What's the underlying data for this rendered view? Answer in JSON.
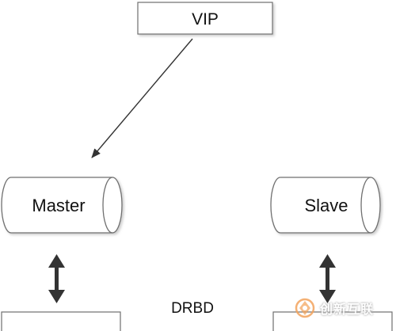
{
  "vip": {
    "label": "VIP"
  },
  "master": {
    "label": "Master"
  },
  "slave": {
    "label": "Slave"
  },
  "drbd": {
    "label": "DRBD"
  },
  "watermark": {
    "text": "创新互联"
  },
  "colors": {
    "stroke": "#6f6f6f",
    "arrow": "#333333",
    "node_fill": "#ffffff",
    "cylinder_cap": "#f4f4f4"
  }
}
